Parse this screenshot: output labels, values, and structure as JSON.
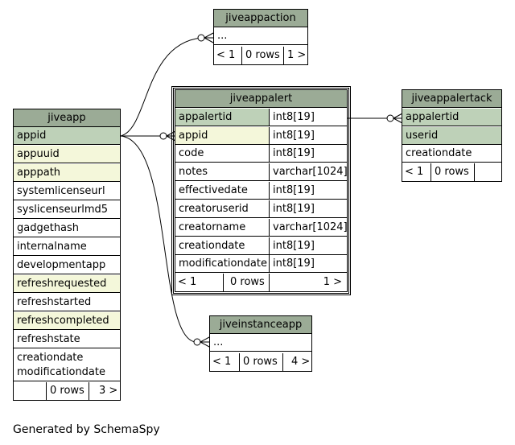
{
  "caption": "Generated by SchemaSpy",
  "tables": {
    "jiveappaction": {
      "name": "jiveappaction",
      "columns": [
        "..."
      ],
      "footer": [
        "< 1",
        "0 rows",
        "1 >"
      ]
    },
    "jiveapp": {
      "name": "jiveapp",
      "columns": [
        "appid",
        "appuuid",
        "apppath",
        "systemlicenseurl",
        "syslicenseurlmd5",
        "gadgethash",
        "internalname",
        "developmentapp",
        "refreshrequested",
        "refreshstarted",
        "refreshcompleted",
        "refreshstate",
        "creationdate",
        "modificationdate"
      ],
      "footer": [
        "",
        "0 rows",
        "3 >"
      ]
    },
    "jiveappalert": {
      "name": "jiveappalert",
      "columns": [
        {
          "name": "appalertid",
          "type": "int8[19]"
        },
        {
          "name": "appid",
          "type": "int8[19]"
        },
        {
          "name": "code",
          "type": "int8[19]"
        },
        {
          "name": "notes",
          "type": "varchar[1024]"
        },
        {
          "name": "effectivedate",
          "type": "int8[19]"
        },
        {
          "name": "creatoruserid",
          "type": "int8[19]"
        },
        {
          "name": "creatorname",
          "type": "varchar[1024]"
        },
        {
          "name": "creationdate",
          "type": "int8[19]"
        },
        {
          "name": "modificationdate",
          "type": "int8[19]"
        }
      ],
      "footer": [
        "< 1",
        "0 rows",
        "1 >"
      ]
    },
    "jiveappalertack": {
      "name": "jiveappalertack",
      "columns": [
        "appalertid",
        "userid",
        "creationdate"
      ],
      "footer": [
        "< 1",
        "0 rows",
        ""
      ]
    },
    "jiveinstanceapp": {
      "name": "jiveinstanceapp",
      "columns": [
        "..."
      ],
      "footer": [
        "< 1",
        "0 rows",
        "4 >"
      ]
    }
  },
  "colors": {
    "header": "#9bab96",
    "primary_key": "#bed1b8",
    "foreign_key": "#f4f7da",
    "plain": "#ffffff"
  }
}
